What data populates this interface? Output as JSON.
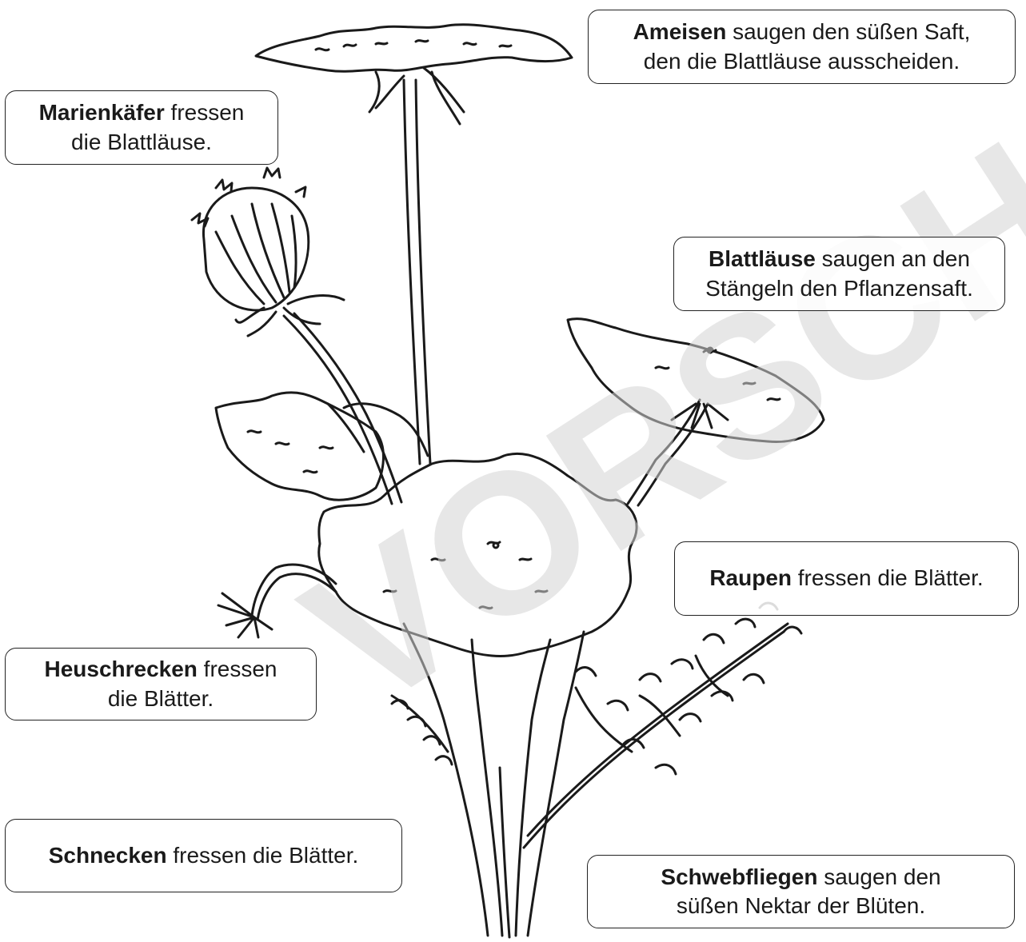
{
  "watermark": "VORSCHAU",
  "labels": {
    "ameisen": {
      "bold": "Ameisen",
      "rest1": " saugen den süßen Saft,",
      "line2": "den die Blattläuse ausscheiden."
    },
    "marienkaefer": {
      "bold": "Marienkäfer",
      "rest1": " fressen",
      "line2": "die Blattläuse."
    },
    "blattlaeuse": {
      "bold": "Blattläuse",
      "rest1": " saugen an den",
      "line2": "Stängeln den Pflanzensaft."
    },
    "raupen": {
      "bold": "Raupen",
      "rest1": " fressen die Blätter."
    },
    "heuschrecken": {
      "bold": "Heuschrecken",
      "rest1": " fressen",
      "line2": "die Blätter."
    },
    "schnecken": {
      "bold": "Schnecken",
      "rest1": " fressen die Blätter."
    },
    "schwebfliegen": {
      "bold": "Schwebfliegen",
      "rest1": " saugen den",
      "line2": "süßen Nektar der Blüten."
    }
  },
  "colors": {
    "ink": "#1a1a1a",
    "watermark": "#c9c9c9"
  }
}
